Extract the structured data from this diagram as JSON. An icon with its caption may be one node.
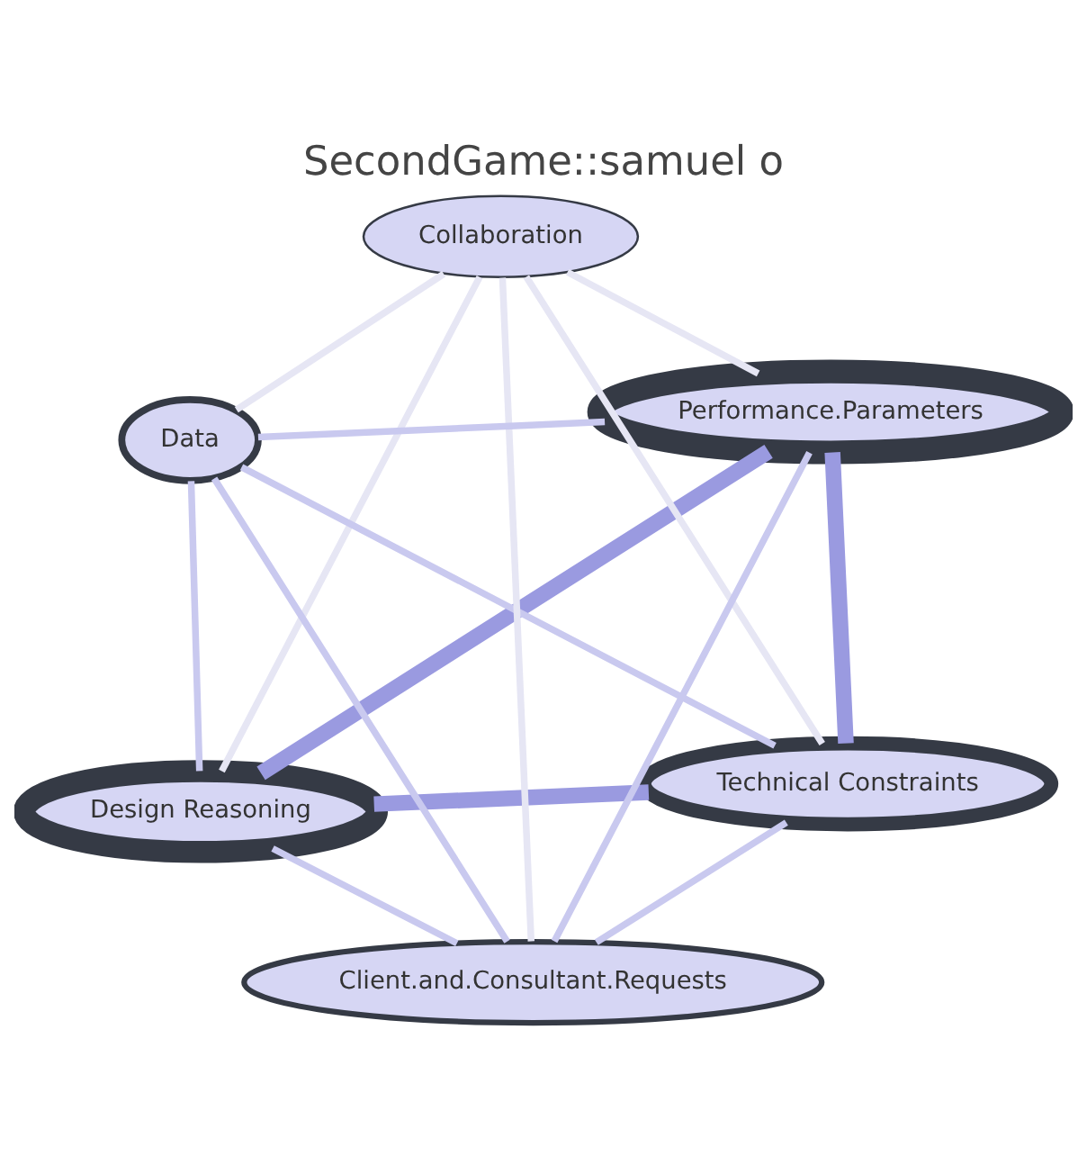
{
  "diagram": {
    "title": "SecondGame::samuel o",
    "nodes": [
      {
        "text": [
          "Design Reasoning"
        ]
      },
      {
        "text": [
          "Technical Constraints"
        ]
      },
      {
        "text": [
          "Client.and.Consultant.Requests"
        ]
      },
      {
        "text": [
          "Collaboration"
        ]
      },
      {
        "text": [
          "Performance.Parameters"
        ]
      },
      {
        "text": [
          "Data"
        ]
      }
    ],
    "edges": [
      {
        "from": 0,
        "to": 1,
        "arrow": "none",
        "style": "thick",
        "color": "#9a9ae0"
      },
      {
        "from": 0,
        "to": 4,
        "arrow": "none",
        "style": "thick",
        "color": "#9a9ae0"
      },
      {
        "from": 1,
        "to": 4,
        "arrow": "none",
        "style": "thick",
        "color": "#9a9ae0"
      },
      {
        "from": 0,
        "to": 5,
        "arrow": "none"
      },
      {
        "from": 0,
        "to": 2,
        "arrow": "none"
      },
      {
        "from": 1,
        "to": 5,
        "arrow": "none"
      },
      {
        "from": 4,
        "to": 5,
        "arrow": "none"
      },
      {
        "from": 1,
        "to": 2,
        "arrow": "none"
      },
      {
        "from": 2,
        "to": 5,
        "arrow": "none"
      },
      {
        "from": 2,
        "to": 4,
        "arrow": "none"
      },
      {
        "from": 1,
        "to": 3,
        "arrow": "none",
        "color": "#e6e6f4"
      },
      {
        "from": 3,
        "to": 2,
        "arrow": "none",
        "color": "#e6e6f4"
      },
      {
        "from": 3,
        "to": 4,
        "arrow": "none",
        "color": "#e6e6f4"
      },
      {
        "from": 3,
        "to": 5,
        "arrow": "none",
        "color": "#e6e6f4"
      },
      {
        "from": 0,
        "to": 3,
        "arrow": "none",
        "color": "#e6e6f4"
      }
    ]
  }
}
